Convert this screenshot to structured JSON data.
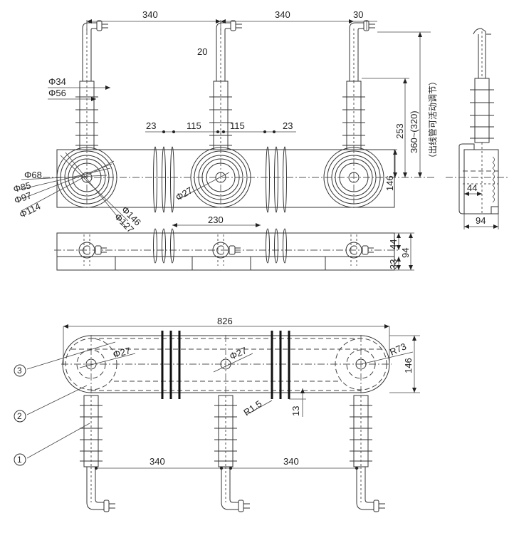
{
  "diagram": {
    "type": "engineering-drawing",
    "subject": "three-phase busbar with insulator bushings",
    "top_view": {
      "dims": {
        "pitch_left": "340",
        "pitch_right": "340",
        "offset_30": "30",
        "dim_20": "20",
        "phi34": "Φ34",
        "phi56": "Φ56",
        "phi68": "Φ68",
        "phi85": "Φ85",
        "phi97": "Φ97",
        "phi114": "Φ114",
        "phi146": "Φ146",
        "phi127": "Φ127",
        "phi27": "Φ27",
        "gap_23_left": "23",
        "gap_115_left": "115",
        "gap_115_right": "115",
        "gap_23_right": "23",
        "height_253": "253",
        "height_360": "360~(320)",
        "note_adjust": "（出线管可活动调节）",
        "height_146": "146"
      }
    },
    "front_view": {
      "dims": {
        "span_230": "230",
        "h_44": "44",
        "h_94": "94",
        "h_33": "33"
      }
    },
    "side_view": {
      "dims": {
        "w_44": "44",
        "w_94": "94"
      }
    },
    "bottom_view": {
      "dims": {
        "length_826": "826",
        "phi27_left": "Φ27",
        "phi27_mid": "Φ27",
        "r73": "R73",
        "h_146": "146",
        "r15": "R1.5",
        "h_13": "13",
        "pitch_left": "340",
        "pitch_right": "340"
      },
      "callouts": [
        {
          "id": "3",
          "label": "③"
        },
        {
          "id": "2",
          "label": "②"
        },
        {
          "id": "1",
          "label": "①"
        }
      ]
    }
  }
}
